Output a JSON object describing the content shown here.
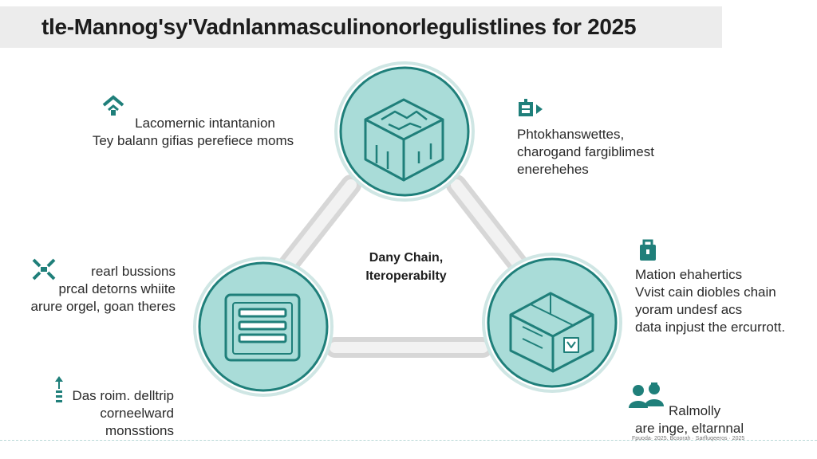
{
  "title": "tle-Mannog'sy'Vadnlanmasculinonorlegulistlines for 2025",
  "center": {
    "line1": "Dany Chain,",
    "line2": "Iteroperabilty"
  },
  "notes": {
    "top_left": [
      "Lacomernic intantanion",
      "Tey balann gifias perefiece moms"
    ],
    "top_right": [
      "Phtokhanswettes,",
      "charogand fargiblimest",
      "enerehehes"
    ],
    "mid_left": [
      "rearl bussions",
      "prcal detorns whiite",
      "arure orgel, goan theres"
    ],
    "mid_right": [
      "Mation ehahertics",
      "Vvist cain diobles chain",
      "yoram undesf acs",
      "data inpjust the ercurrott."
    ],
    "bottom_left": [
      "Das roim. delltrip",
      "corneelward",
      "monsstions"
    ],
    "bottom_right": [
      "Ralmolly",
      "are inge, eltarnnal"
    ]
  },
  "credit": "Fpuoda· 2025. Bcoorah · Sarfluqeeros · 2025",
  "colors": {
    "accent": "#1f7f7a",
    "node_fill": "#a9dcd8",
    "node_stroke": "#1f7f7a",
    "connector": "#dcdcdc",
    "title_bg": "#ececec"
  },
  "icons": [
    "chain-node-icon",
    "box-node-icon",
    "document-node-icon",
    "arrow-up-icon",
    "gift-icon",
    "network-icon",
    "bag-icon",
    "up-arrow-small-icon",
    "people-icon"
  ]
}
